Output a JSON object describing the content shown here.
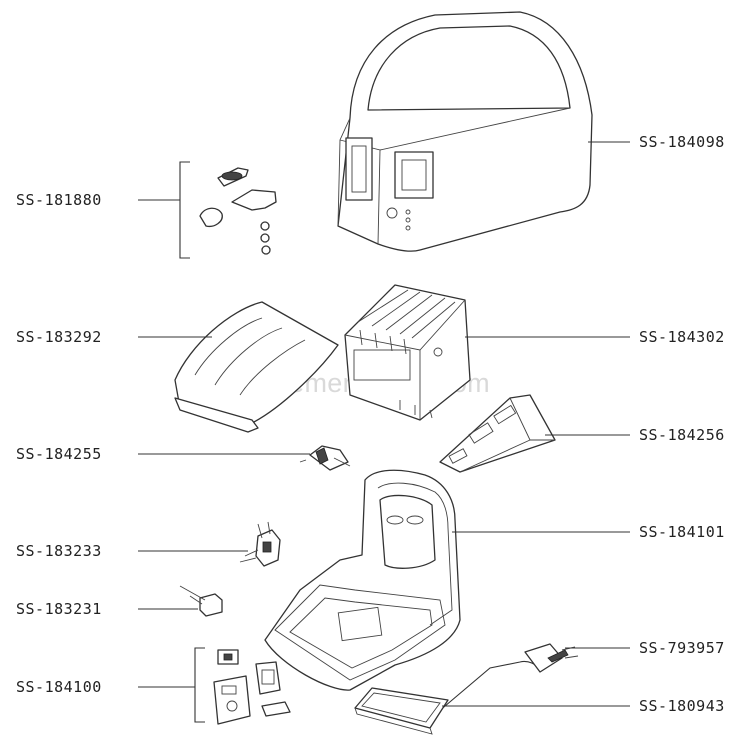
{
  "watermark": "eReplacementParts.com",
  "parts": {
    "housing": "SS-184098",
    "lever_knob_kit": "SS-181880",
    "crumb_lid": "SS-183292",
    "heating_element": "SS-184302",
    "element_bracket": "SS-184256",
    "switch_small": "SS-184255",
    "base": "SS-184101",
    "thermostat": "SS-183233",
    "solenoid": "SS-183231",
    "power_cord": "SS-793957",
    "control_board_kit": "SS-184100",
    "crumb_tray": "SS-180943"
  }
}
